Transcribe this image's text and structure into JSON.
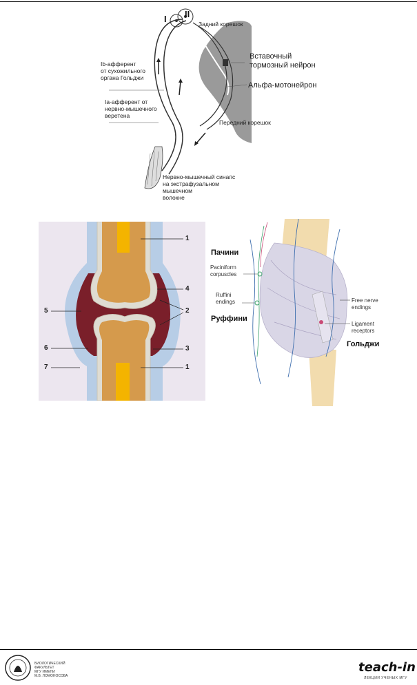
{
  "fig1": {
    "roman_1": "I",
    "roman_2": "II",
    "posterior_root": "Задний корешок",
    "interneuron": "Вставочный\nтормозный нейрон",
    "alpha_motoneuron": "Альфа-мотонейрон",
    "anterior_root": "Передний корешок",
    "ib_afferent": "Ib-афферент\nот сухожильного\nоргана Гольджи",
    "ia_afferent": "Ia-афферент от\nнервно-мышечного\nверетена",
    "synapse": "Нервно-мышечный синапс\nна экстрафузальном\nмышечном\nволокне"
  },
  "fig2": {
    "labels": [
      "1",
      "4",
      "2",
      "5",
      "3",
      "6",
      "7",
      "1"
    ]
  },
  "fig3": {
    "pacini_ru": "Пачини",
    "paciniform": "Paciniform\ncorpuscles",
    "ruffini_en": "Ruffini\nendings",
    "ruffini_ru": "Руффини",
    "free_nerve": "Free nerve\nendings",
    "ligament": "Ligament\nreceptors",
    "golgi_ru": "Гольджи"
  },
  "footer": {
    "msu_text": "БИОЛОГИЧЕСКИЙ\nФАКУЛЬТЕТ\nМГУ ИМЕНИ\nМ.В. ЛОМОНОСОВА",
    "teach_logo": "teach-in",
    "teach_sub": "ЛЕКЦИИ УЧЕНЫХ МГУ"
  }
}
